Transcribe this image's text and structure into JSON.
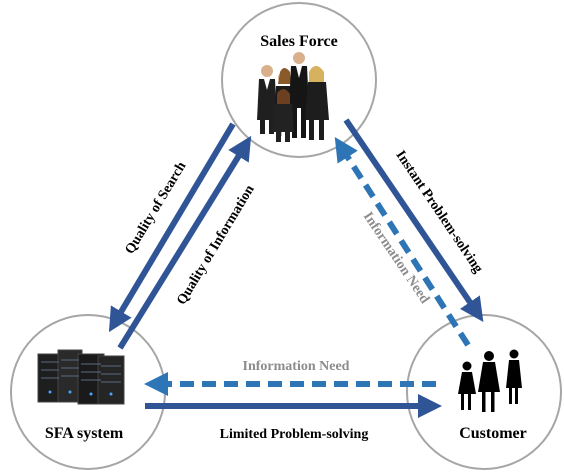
{
  "nodes": {
    "sales_force": {
      "label": "Sales Force"
    },
    "sfa_system": {
      "label": "SFA system"
    },
    "customer": {
      "label": "Customer"
    }
  },
  "edges": {
    "quality_of_search": {
      "label": "Quality of Search"
    },
    "quality_of_information": {
      "label": "Quality of Information"
    },
    "instant_problem_solving": {
      "label": "Instant Problem-solving"
    },
    "information_need_sales": {
      "label": "Information Need"
    },
    "information_need_sfa": {
      "label": "Information Need"
    },
    "limited_problem_solving": {
      "label": "Limited Problem-solving"
    }
  },
  "colors": {
    "arrow_blue": "#2f5597",
    "dashed_blue": "#2e75b6",
    "circle_stroke": "#a6a6a6",
    "gray_text": "#8c8c8c",
    "black_text": "#000000"
  },
  "icons": {
    "sales_force": "business-team-photo-icon",
    "sfa_system": "server-rack-icon",
    "customer": "customer-silhouettes-icon"
  }
}
